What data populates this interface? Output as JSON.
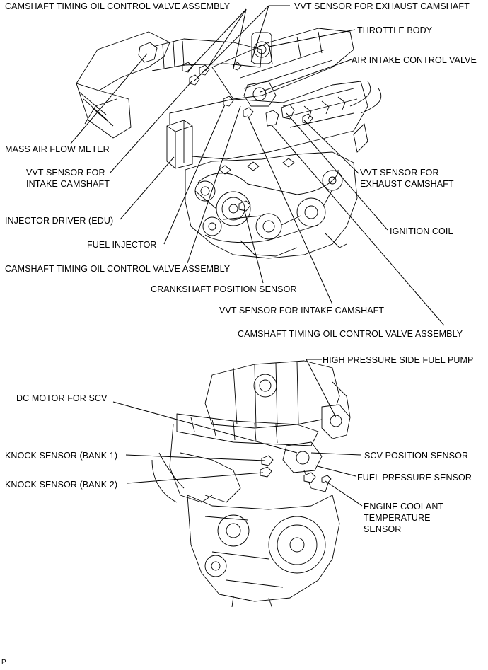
{
  "upper_labels": {
    "camshaft_ocv_top": "CAMSHAFT TIMING OIL CONTROL VALVE ASSEMBLY",
    "vvt_exhaust_top": "VVT SENSOR FOR EXHAUST CAMSHAFT",
    "throttle_body": "THROTTLE BODY",
    "air_intake_control_valve": "AIR INTAKE CONTROL VALVE",
    "mass_air_flow_meter": "MASS AIR FLOW METER",
    "vvt_intake_left_line1": "VVT SENSOR FOR",
    "vvt_intake_left_line2": "INTAKE CAMSHAFT",
    "vvt_exhaust_right_line1": "VVT SENSOR FOR",
    "vvt_exhaust_right_line2": "EXHAUST CAMSHAFT",
    "injector_driver": "INJECTOR DRIVER (EDU)",
    "ignition_coil": "IGNITION COIL",
    "fuel_injector": "FUEL INJECTOR",
    "camshaft_ocv_mid": "CAMSHAFT TIMING OIL CONTROL VALVE ASSEMBLY",
    "crankshaft_position_sensor": "CRANKSHAFT POSITION SENSOR",
    "vvt_intake_bottom": "VVT SENSOR FOR INTAKE CAMSHAFT",
    "camshaft_ocv_bottom": "CAMSHAFT TIMING OIL CONTROL VALVE ASSEMBLY"
  },
  "lower_labels": {
    "high_pressure_fuel_pump": "HIGH PRESSURE SIDE FUEL PUMP",
    "dc_motor_scv": "DC MOTOR FOR SCV",
    "knock_sensor_bank1": "KNOCK SENSOR (BANK 1)",
    "scv_position_sensor": "SCV POSITION SENSOR",
    "fuel_pressure_sensor": "FUEL PRESSURE SENSOR",
    "knock_sensor_bank2": "KNOCK SENSOR (BANK 2)",
    "ect_line1": "ENGINE COOLANT",
    "ect_line2": "TEMPERATURE",
    "ect_line3": "SENSOR"
  },
  "footer": {
    "code": "P"
  }
}
